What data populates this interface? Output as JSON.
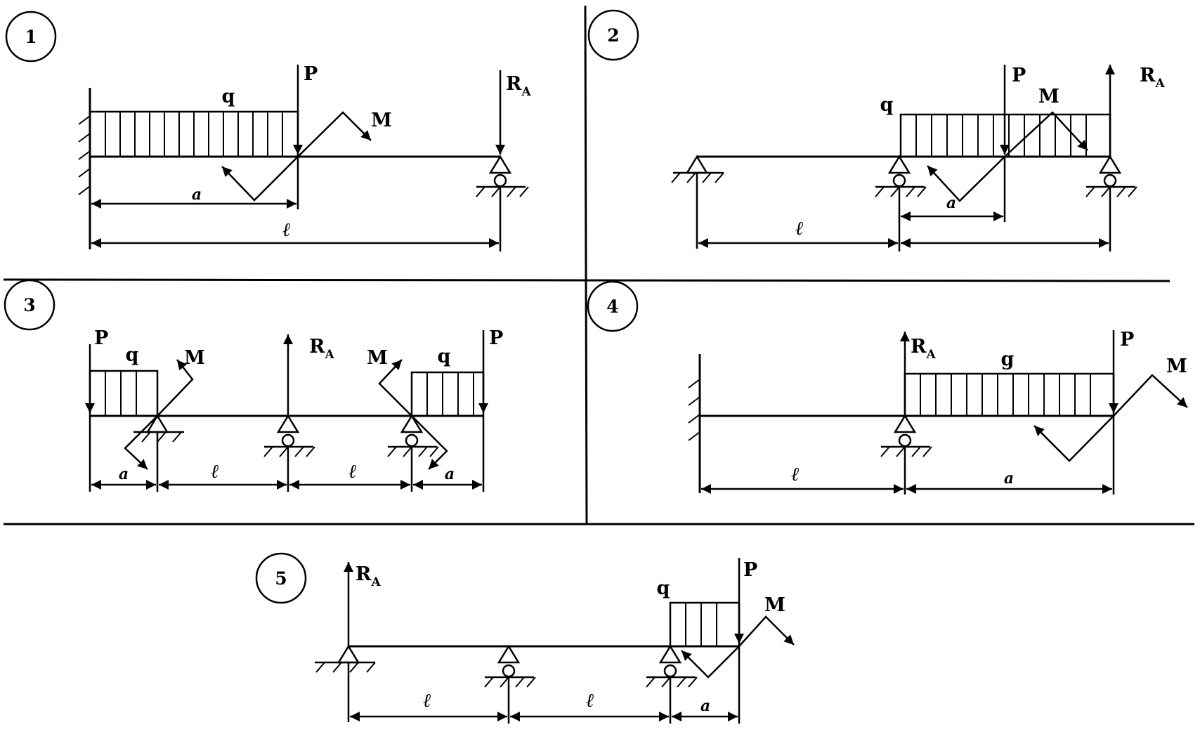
{
  "labels": {
    "p1": "1",
    "p2": "2",
    "p3": "3",
    "p4": "4",
    "p5": "5",
    "P": "P",
    "q": "q",
    "M": "M",
    "R": "R",
    "A": "A",
    "a": "a",
    "l": "ℓ",
    "g": "g"
  },
  "colors": {
    "ink": "#000000",
    "paper": "#ffffff"
  }
}
